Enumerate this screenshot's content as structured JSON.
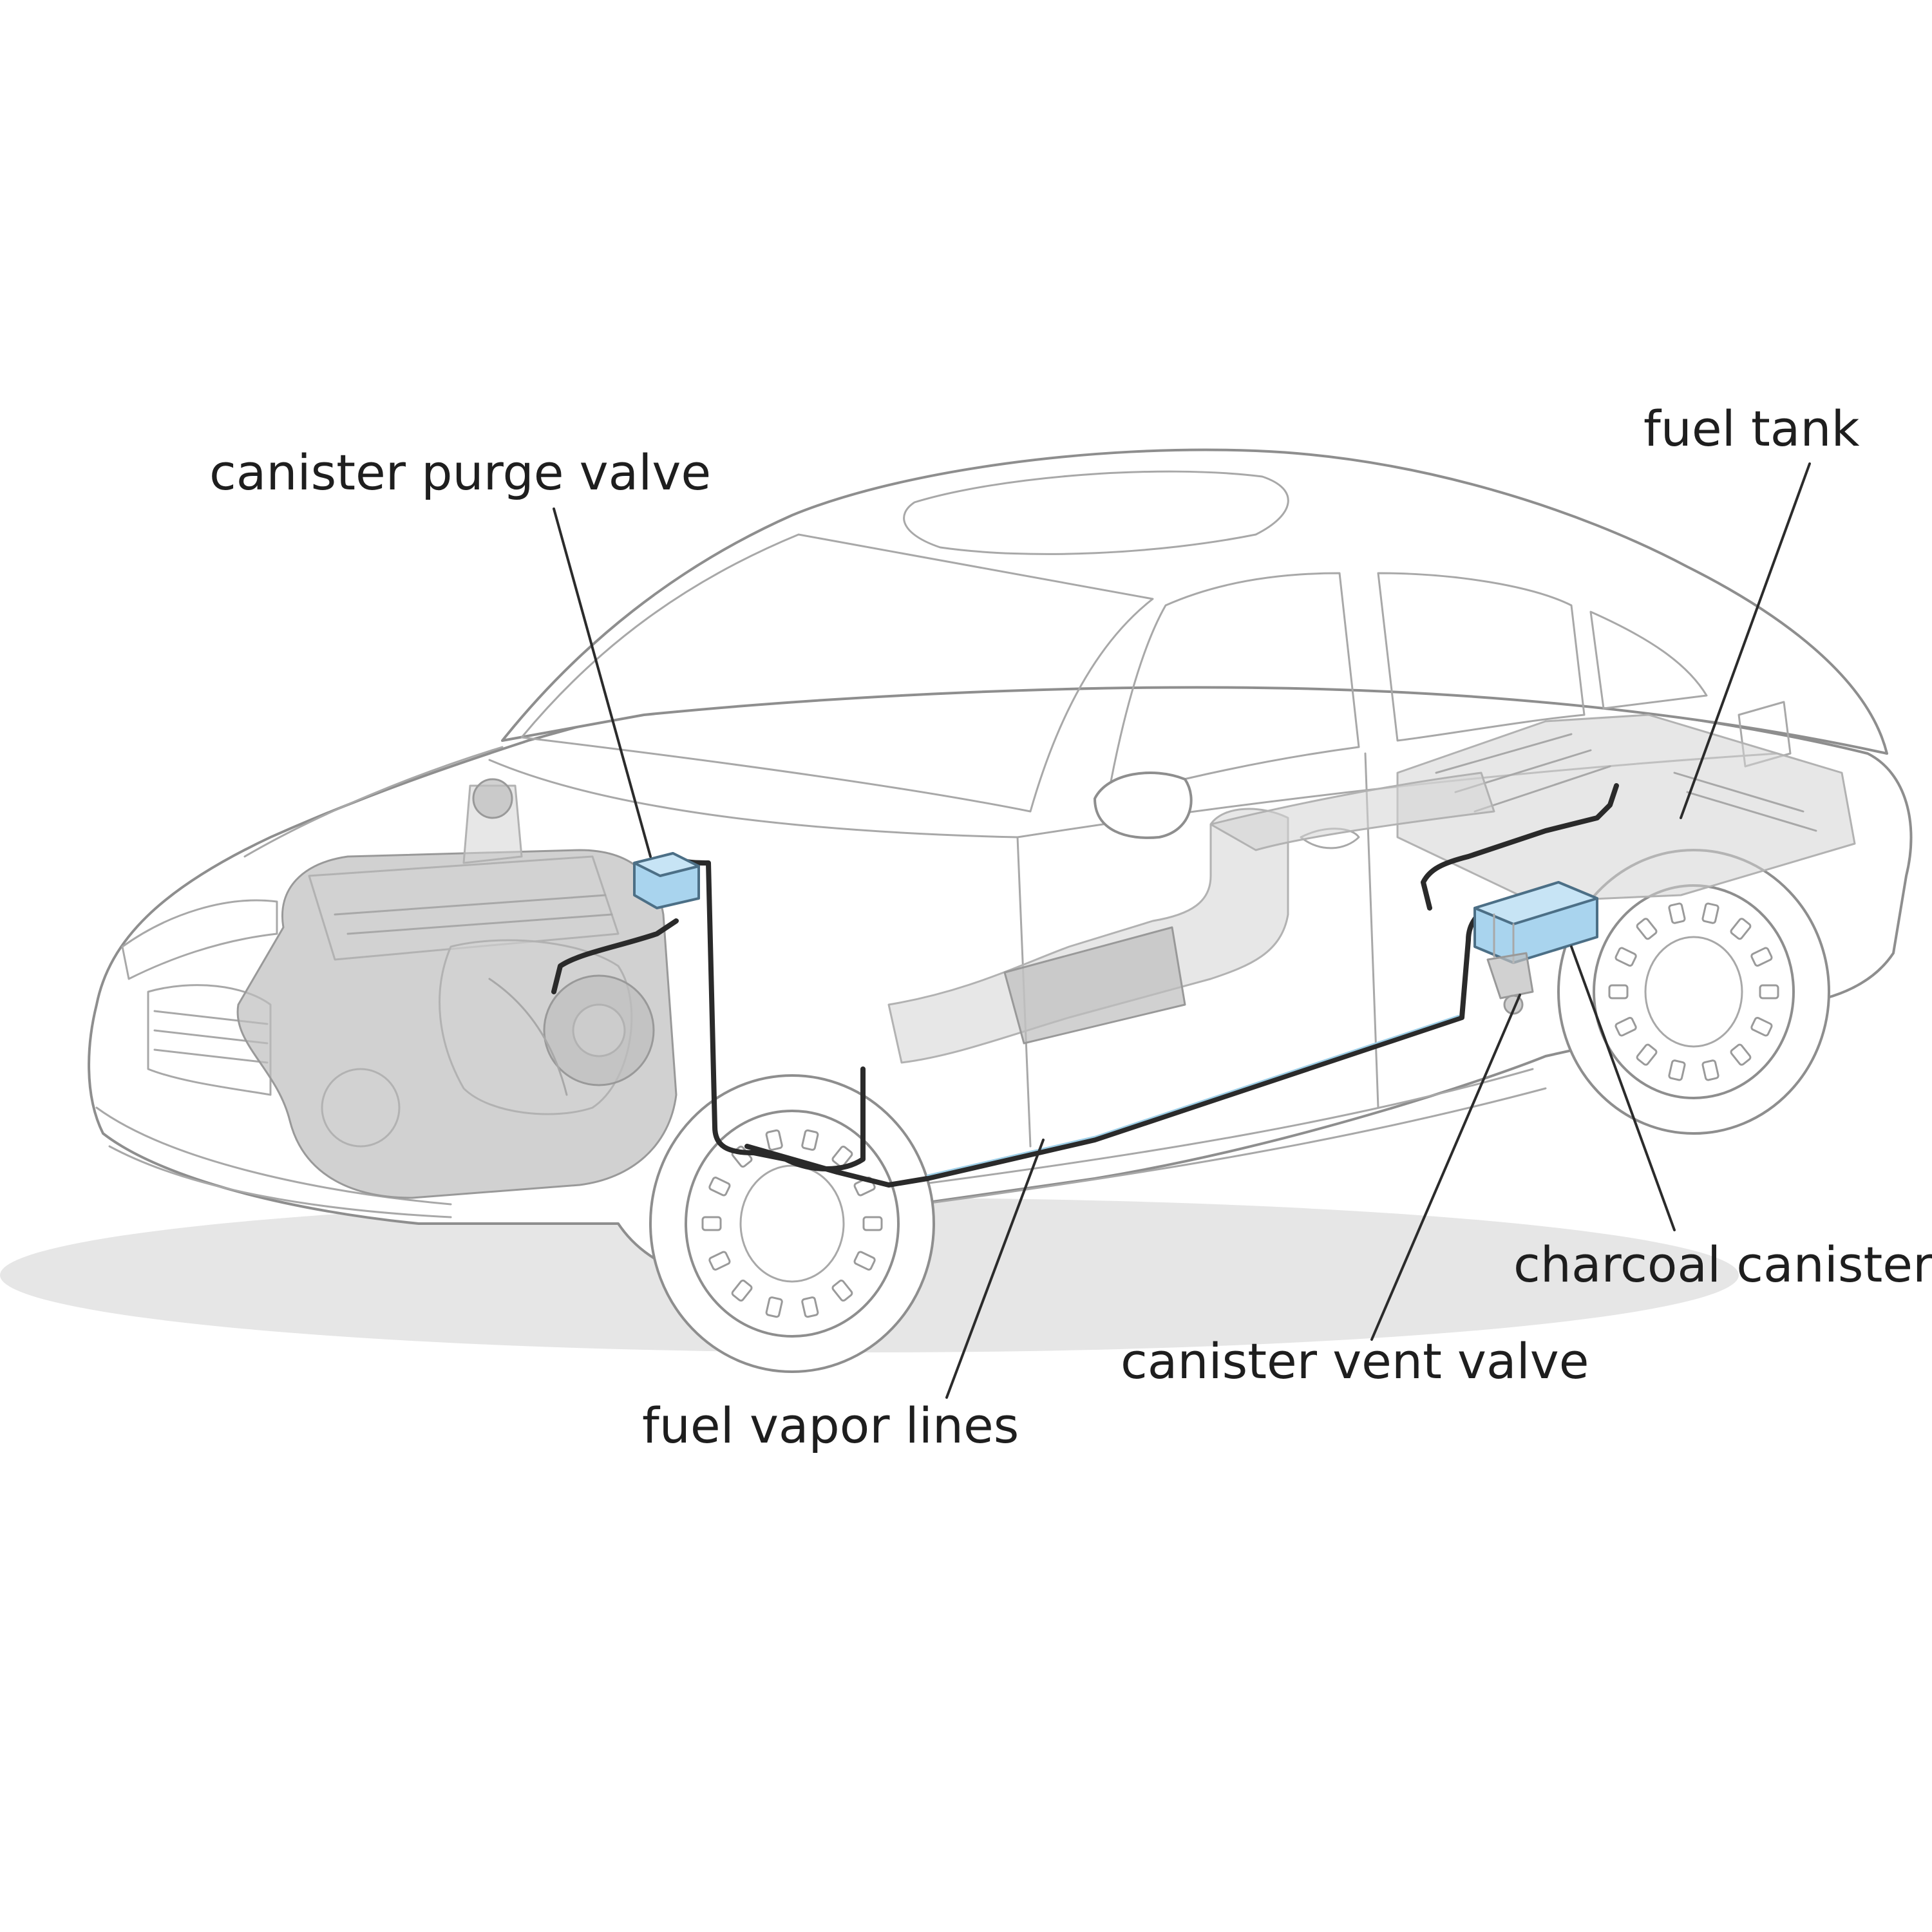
{
  "labels": {
    "canister_purge_valve": "canister purge valve",
    "fuel_tank": "fuel tank",
    "charcoal_canister": "charcoal canister",
    "canister_vent_valve": "canister vent valve",
    "fuel_vapor_lines": "fuel vapor lines"
  },
  "colors": {
    "highlight_part": "#a9d4ee",
    "vapor_line": "#2a2a2a",
    "car_outline": "#8e8e8e"
  }
}
